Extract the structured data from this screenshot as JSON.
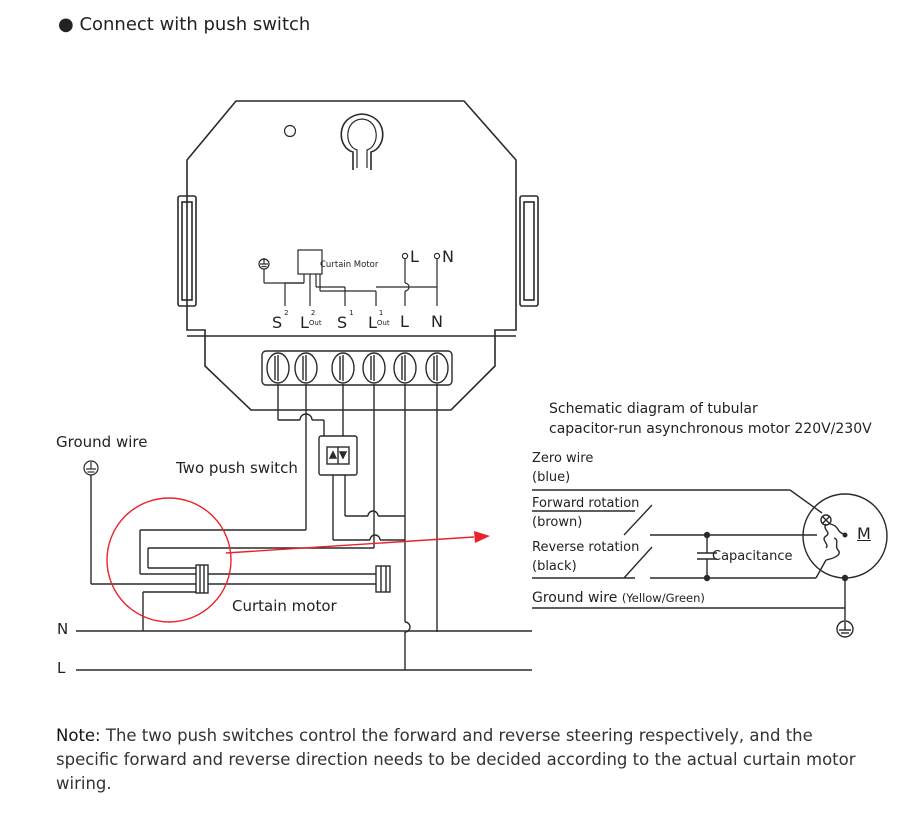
{
  "title": "Connect with push switch",
  "module": {
    "ground_symbol": "ground-icon",
    "motor_box_label": "Curtain Motor",
    "top_terminals": [
      "L",
      "N"
    ],
    "terminals": [
      {
        "main": "S",
        "sup": "2",
        "sub": ""
      },
      {
        "main": "L",
        "sup": "2",
        "sub": "Out"
      },
      {
        "main": "S",
        "sup": "1",
        "sub": ""
      },
      {
        "main": "L",
        "sup": "1",
        "sub": "Out"
      },
      {
        "main": "L",
        "sup": "",
        "sub": ""
      },
      {
        "main": "N",
        "sup": "",
        "sub": ""
      }
    ]
  },
  "left": {
    "ground_wire": "Ground wire",
    "push_switch": "Two push switch",
    "curtain_motor": "Curtain motor",
    "line_n": "N",
    "line_l": "L"
  },
  "schematic": {
    "title_line1": "Schematic diagram of tubular",
    "title_line2": "capacitor-run asynchronous motor  220V/230V",
    "zero_wire": "Zero wire",
    "zero_color": "(blue)",
    "forward": "Forward rotation",
    "forward_color": "(brown)",
    "reverse": "Reverse rotation",
    "reverse_color": "(black)",
    "capacitance": "Capacitance",
    "motor_letter": "M",
    "ground": "Ground wire",
    "ground_color": "(Yellow/Green)"
  },
  "note": {
    "label": "Note:",
    "text": " The two push switches control the forward and reverse steering respectively, and the specific forward and reverse direction needs to be decided according to the actual curtain motor wiring."
  },
  "colors": {
    "highlight": "#e8242b",
    "line": "#2a2a2a"
  }
}
